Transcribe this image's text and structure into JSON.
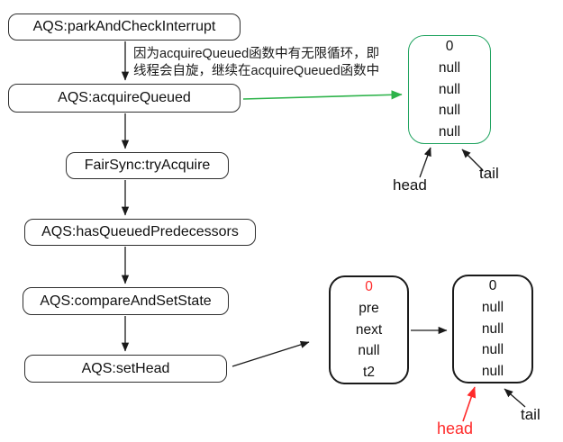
{
  "flow": {
    "boxes": [
      {
        "label": "AQS:parkAndCheckInterrupt"
      },
      {
        "label": "AQS:acquireQueued"
      },
      {
        "label": "FairSync:tryAcquire"
      },
      {
        "label": "AQS:hasQueuedPredecessors"
      },
      {
        "label": "AQS:compareAndSetState"
      },
      {
        "label": "AQS:setHead"
      }
    ]
  },
  "annotation": {
    "line1": "因为acquireQueued函数中有无限循环，即",
    "line2": "线程会自旋，继续在acquireQueued函数中"
  },
  "nodes": {
    "green": {
      "values": [
        "0",
        "null",
        "null",
        "null",
        "null"
      ]
    },
    "left": {
      "values": [
        "0",
        "pre",
        "next",
        "null",
        "t2"
      ]
    },
    "right": {
      "values": [
        "0",
        "null",
        "null",
        "null",
        "null"
      ]
    }
  },
  "labels": {
    "top_head": "head",
    "top_tail": "tail",
    "bottom_head": "head",
    "bottom_tail": "tail"
  },
  "colors": {
    "green_node_border": "#1fa35f",
    "green_arrow": "#2db34a",
    "red_accent": "#ff2a2a",
    "box_border": "#2f2f2f"
  }
}
